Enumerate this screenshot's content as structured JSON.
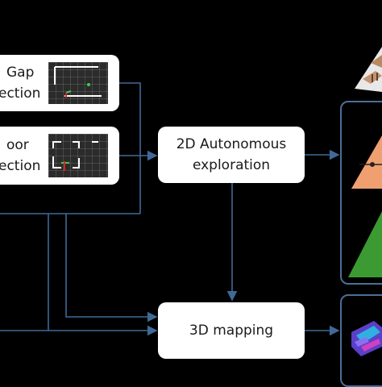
{
  "diagram": {
    "gap_detection": {
      "line1": "Gap",
      "line2": "ection"
    },
    "door_detection": {
      "line1": "oor",
      "line2": "ection"
    },
    "exploration": {
      "line1": "2D Autonomous",
      "line2": "exploration"
    },
    "mapping": {
      "label": "3D mapping"
    },
    "colors": {
      "arrow": "#3f6a98",
      "panel_border": "#4a6f95",
      "tri_orange": "#f0a070",
      "tri_green": "#3c9a32",
      "box": "#ffffff"
    },
    "icons": [
      "gap-grid-thumbnail",
      "door-grid-thumbnail",
      "tables-render",
      "orange-triangle",
      "green-triangle",
      "3d-map-render"
    ]
  }
}
